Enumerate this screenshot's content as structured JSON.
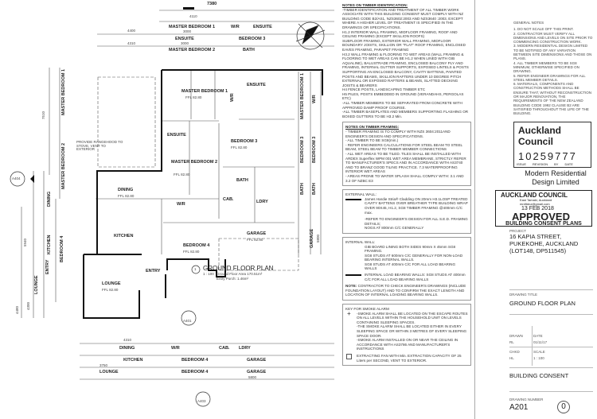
{
  "plan": {
    "title": "GROUND FLOOR PLAN",
    "number": "1",
    "scale": "1 : 100",
    "area": "Ground Floor Area 170.51m²",
    "porch": "Entry Porch: 1.46m²",
    "note_rangehood": "PROVIDE RANGEHOOD TO STOVE, VENT TO EXTERIOR",
    "rooms": [
      {
        "name": "MASTER BEDROOM 1",
        "ffl": "FFL 82.80"
      },
      {
        "name": "ENSUITE",
        "ffl": ""
      },
      {
        "name": "W/R",
        "ffl": ""
      },
      {
        "name": "ENSUITE",
        "ffl": ""
      },
      {
        "name": "BEDROOM 3",
        "ffl": "FFL 82.80"
      },
      {
        "name": "MASTER BEDROOM 2",
        "ffl": "FFL 82.80"
      },
      {
        "name": "DINING",
        "ffl": "FFL 82.80"
      },
      {
        "name": "BATH",
        "ffl": ""
      },
      {
        "name": "CAB.",
        "ffl": ""
      },
      {
        "name": "W/R",
        "ffl": ""
      },
      {
        "name": "LDRY",
        "ffl": ""
      },
      {
        "name": "KITCHEN",
        "ffl": ""
      },
      {
        "name": "BEDROOM 4",
        "ffl": "FFL 82.80"
      },
      {
        "name": "GARAGE",
        "ffl": "FFL 82.80"
      },
      {
        "name": "ENTRY",
        "ffl": ""
      },
      {
        "name": "LOUNGE",
        "ffl": "FFL 82.80"
      }
    ],
    "top_dims": [
      "7380",
      "4110",
      "MASTER BEDROOM 1",
      "3000",
      "W/R",
      "ENSUITE",
      "4400",
      "ENSUITE",
      "3000",
      "BEDROOM 3",
      "4310",
      "MASTER BEDROOM 2",
      "BATH"
    ],
    "left_dims": [
      "MASTER BEDROOM 1",
      "MASTER BEDROOM 2",
      "DINING",
      "KITCHEN",
      "ENTRY",
      "LOUNGE",
      "BEDROOM 4",
      "7510",
      "5940",
      "4480",
      "4300"
    ],
    "right_dims": [
      "MASTER BEDROOM 1",
      "W/R",
      "BEDROOM 3",
      "BEDROOM 3",
      "BATH",
      "BATH",
      "GARAGE",
      "5800"
    ],
    "bottom_dims": [
      "4310",
      "DINING",
      "W/R",
      "CAB.",
      "LDRY",
      "KITCHEN",
      "BEDROOM 4",
      "GARAGE",
      "LOUNGE",
      "3750",
      "BEDROOM 4",
      "GARAGE",
      "5800"
    ],
    "section_markers": [
      "A404",
      "A401",
      "A403"
    ]
  },
  "notes": {
    "timber_id_title": "NOTES ON TIMBER IDENTIFICATION:",
    "timber_id": [
      "-TIMBER IDENTIFICATION AND TREATMENT OF ALL TIMBER WORK ASSOCIATE WITH THIS BUILDING CONSENT MUST COMPLY WITH NZ BUILDING CODE B2/AS1, NZS3602:2003 AND NZS3640 :2003, EXCEPT WHERE A HIGHER LEVEL OF TREATMENT IS SPECIFIED IN THE DRAWINGS OR SPECIFICATIONS.",
      "H1.2 INTERIOR WALL FRAMING, MIDFLOOR FRAMING, ROOF AND CEILING FRAMING (EXCEPT SKILLION ROOFS)",
      "SUBFLOOR FRAMING, EXTERIOR WALL FRAMING, MIDFLOOR BOUNDARY JOISTS, SKILLION OR \"FLAT\" ROOF FRAMING, ENCLOSED EAVES FRAMING, PARAPET FRAMING",
      "H3.2 WALL FRAMING & FLOORING TO WET AREAS (WALL FRAMING & FLOORING TO WET AREAS CAN BE H1.2 WHEN LINED WITH GIB AQUALINE), BALUSTRADE FRAMING, ENCLOSED BALCONY PLY AND FRAMING, INTERNAL GUTTER SUPPORTS, EXPOSED LINTELS & POSTS SUPPORTING AN ENCLOSED BALCONY, CAVITY BATTENS, PAINTED POSTS AND BEAMS, SKILLION RAFTERS UNDER 10 DEGREE PITCH",
      "EXTERNAL OR EXPOSED RAFTERS & BEAMS, SLATTED DECKING JOISTS & BEARERS",
      "H4 FENCE POSTS, LANDSCAPING TIMBER ETC",
      "H5 PILES, POSTS EMBEDDED IN GROUND (VERANDAHS, PERGOLAS ETC)",
      "-ALL TIMBER MEMBERS TO BE SEPARATED FROM CONCRETE WITH APPROVED DAMP PROOF COURSE.",
      "-ALL TIMBER BASEPLATES AND MEMBERS SUPPORTING FLASHING OR BOXED GUTTERS TO BE H3.2 Min."
    ],
    "framing_title": "NOTES ON TIMBER FRAMING:",
    "framing": [
      "- TIMBER FRAMING IS TO COMPLY WITH NZS 3604:2011AND ENGINEER'S DESIGN AND SPECIFICATIONS.",
      "- ALL TIMBER TO BE SG8(min.)",
      "- REFER ENGINEERS CALCULATIONS FOR STEEL BEAM TO STEEL BEAM, STEEL BEAM TO TIMBER MEMBER CONNECTIONS",
      "- ALL WET AREAS TO BE TILED. TILES SHALL BE INSTALLED WITH ARDEX Superflex WPM 001 WET AREA MEMBRANE, STRICTLY REFER TO MANUFACTURER'S SPECS AND IN ACCORDANCE WITH AS3740 AND TO BRANZ GOOD TILING PRACTICE. 7.3 WATERPROOFING INTERIOR WET AREAS",
      "- AREAS PRONE TO WATER SPLASH SHALL COMPLY WITH: 3.1 AND 3.2 OF NZBC E3"
    ],
    "external_title": "EXTERNAL WALL:",
    "external": [
      "James Hardie Stria® Cladding ON 20mm H3.1LOSP TREATED CAVITY BATTENS OVER BREATHER TYPE BUILDING WRAP OVER 90X45, H1.2, SG8 TIMBER FRAMING @400mm C/C max.",
      "-REFER TO ENGINEER'S DESIGN FOR ALL S.E.D. FRAMING DETAILS;",
      "NOGS AT 800mm C/C GENERALLY"
    ],
    "internal_title": "INTERNAL WALL:",
    "internal": [
      "GIB BOARD LINING BOTH SIDES 90mm X 45mm SG8 FRAMING.",
      "SG8 STUDS AT 600mm C/C GENERALLY FOR NON-LOAD BEARING INTERNAL WALLS.",
      "SG8 STUDS AT 400mm C/C FOR ALL LOAD BEARING WALLS"
    ],
    "load_bearing": "INTERNAL LOAD BEARING WALLS: SG8 STUDS AT 400mm C/C FOR ALL LOAD BEARING WALLS",
    "note_label": "NOTE:",
    "note": "CONTRACTOR TO CHECK ENGINEER'S DRAWINGS (INCLUDE FOUNDATION LAYOUT) AND TO CONFIRM THE EXACT LENGTH AND LOCATION OF INTERNAL LOADING BEARING WALLS.",
    "smoke_title": "KEY FOR SMOKE ALARM",
    "smoke": [
      "-SMOKE ALARM SHALL BE LOCATED ON THE ESCAPE ROUTES ON ALL LEVELS WITHIN THE HOUSEHOLD UNIT ON LEVELS CONTAINING SLEEPING SPACES.",
      "-THE SMOKE ALARM SHALL BE LOCATED EITHER IN EVERY SLEEPING SPACE OR WITHIN 3 METRES OF EVERY SLEEPING SPACE DOOR.",
      "-SMOKE ALARM INSTALLED ON OR NEAR THE CEILING IN ACCORDANCE WITH AS3786 AND MANUFACTURER'S INSTRUCTIONS"
    ],
    "fan": "EXTRACTING FAN WITH Min. EXTRACTION CAPACITY OF 25 Liters per SECOND, VENT TO EXTERIOR."
  },
  "general": {
    "title": "GENERAL NOTES",
    "items": [
      "1. DO NOT SCALE OFF THIS PRINT.",
      "2. CONTRACTOR MUST VERIFY ALL DIMENSIONS AND LEVELS ON SITE PRIOR TO COMMENCING CONSTRUCTION WORK.",
      "3. MODERN RESIDENTIAL DESIGN LIMITED TO BE NOTIFIED OF ANY VARIATION BETWEEN SITE DIMENSIONS AND THOSE ON PLANS.",
      "4. ALL TIMBER MEMBERS TO BE SG8 MINIMUM, OTHERWISE SPECIFIED ON DRAWING.",
      "5. REFER ENGINEER DRAWINGS FOR ALL STEEL MEMBER DETAILS.",
      "6. MATERIALS, COMPONENTS AND CONSTRUCTION METHODS SHALL BE ENSURE THAT, WITHOUT RECONSTRUCTION OR MAJOR RENOVATION, THE REQUIREMENTS OF THE NEW ZEALAND BUILDING CODE 1992 CLAUSE B2 ARE SATISFIED THROUGHOUT THE LIFE OF THE BUILDING."
    ]
  },
  "stamp1": {
    "council": "Auckland Council",
    "number": "10259777",
    "cols": [
      "ISSUE",
      "REVISION",
      "BY",
      "DATE"
    ]
  },
  "company": "Modern Residential Design Limited",
  "stamp2": {
    "council": "AUCKLAND COUNCIL",
    "office": "East Tamaki, Auckland",
    "email": "mrdltdnz@gmail.com",
    "date": "13 FEB 2018",
    "approved": "APPROVED",
    "sub": "BUILDING CONSENT PLANS"
  },
  "title_block": {
    "project_label": "PROJECT",
    "project": [
      "16 KAPIA STREET,",
      "PUKEKOHE, AUCKLAND",
      "(LOT148, DP511545)"
    ],
    "drawing_title_label": "DRAWING TITLE",
    "drawing_title": "GROUND FLOOR PLAN",
    "drawn_label": "DRAWN",
    "drawn": "RL",
    "date_label": "DATE",
    "date": "01/11/17",
    "chkd_label": "CHKD",
    "chkd": "HL",
    "scale_label": "SCALE",
    "scale": "1 : 100",
    "status": "BUILDING CONSENT",
    "number_label": "DRAWING NUMBER",
    "number": "A201",
    "revision": "0"
  }
}
